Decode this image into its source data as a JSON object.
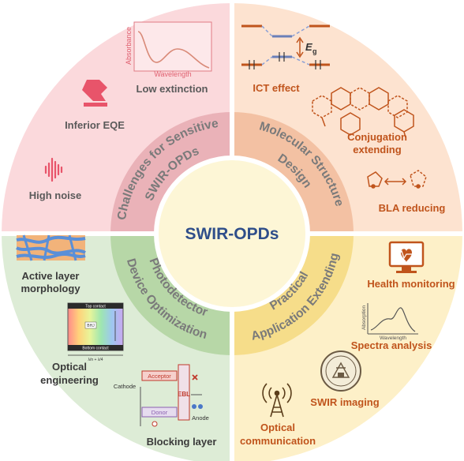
{
  "center": {
    "title": "SWIR-OPDs"
  },
  "quadrants": {
    "challenges": {
      "ring_label": "Challenges for Sensitive SWIR-OPDs",
      "ring_label_line1": "Challenges for Sensitive",
      "ring_label_line2": "SWIR-OPDs",
      "items": {
        "low_extinction": "Low extinction",
        "inferior_eqe": "Inferior EQE",
        "high_noise": "High noise"
      },
      "absorbance_plot": {
        "ylabel": "Absorbance",
        "xlabel": "Wavelength"
      }
    },
    "molecular": {
      "ring_label": "Molecular Structure Design",
      "ring_label_line1": "Molecular Structure",
      "ring_label_line2": "Design",
      "items": {
        "ict_effect": "ICT effect",
        "conjugation_line1": "Conjugation",
        "conjugation_line2": "extending",
        "bla_reducing": "BLA reducing"
      },
      "energy_label": "E",
      "energy_sub": "g"
    },
    "device": {
      "ring_label": "Photodetector Device Optimization",
      "ring_label_line1": "Photodetector",
      "ring_label_line2": "Device Optimization",
      "items": {
        "active_layer_line1": "Active layer",
        "active_layer_line2": "morphology",
        "optical_eng_line1": "Optical",
        "optical_eng_line2": "engineering",
        "blocking_layer": "Blocking layer"
      },
      "stack": {
        "top_contact": "Top contact",
        "bottom_contact": "Bottom contact",
        "bhj": "BHJ",
        "bottom_axis": "λ/n + λ/4"
      },
      "band": {
        "acceptor": "Acceptor",
        "donor": "Donor",
        "ebl": "EBL",
        "cathode": "Cathode",
        "anode": "Anode"
      }
    },
    "application": {
      "ring_label": "Practical Application Extending",
      "ring_label_line1": "Practical",
      "ring_label_line2": "Application Extending",
      "items": {
        "health_monitoring": "Health monitoring",
        "spectra_analysis": "Spectra analysis",
        "swir_imaging": "SWIR imaging",
        "optical_comm_line1": "Optical",
        "optical_comm_line2": "communication"
      },
      "spectra_plot": {
        "ylabel": "Absorption",
        "xlabel": "Wavelength"
      }
    }
  },
  "colors": {
    "q_challenges_outer": "#fbd9dc",
    "q_molecular_outer": "#fde3d0",
    "q_device_outer": "#ddecd6",
    "q_application_outer": "#fdf0c8",
    "q_challenges_inner": "#eab2b8",
    "q_molecular_inner": "#f3c1a3",
    "q_device_inner": "#b7d7a7",
    "q_application_inner": "#f6dd8a",
    "center_fill": "#fdf6d6",
    "title": "#2f4e8a",
    "orange_label": "#c0541c",
    "gray_label": "#5a5a5a",
    "ring_text": "#7a7a7a"
  }
}
